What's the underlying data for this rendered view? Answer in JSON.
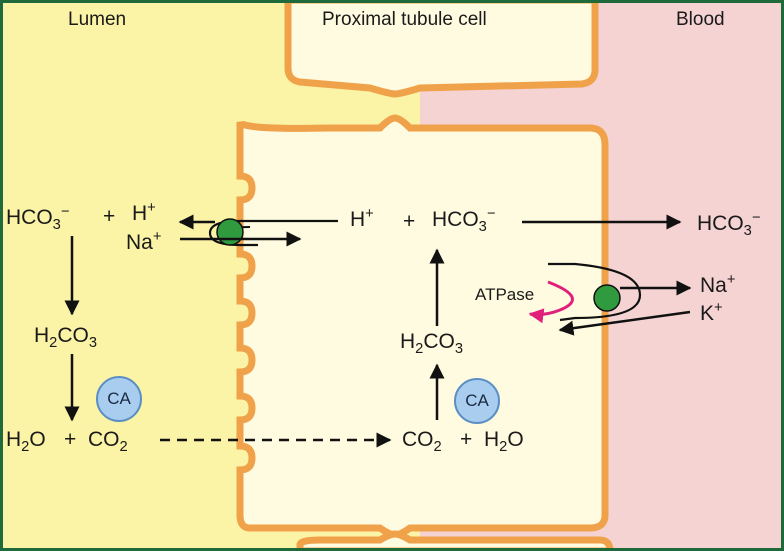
{
  "headers": {
    "lumen": "Lumen",
    "cell": "Proximal tubule cell",
    "blood": "Blood"
  },
  "lumen": {
    "hco3": "HCO3−",
    "plus1": "+",
    "h": "H+",
    "na": "Na+",
    "h2co3": "H2CO3",
    "h2o": "H2O",
    "plus2": "+",
    "co2": "CO2",
    "enzyme": "CA"
  },
  "cell": {
    "h": "H+",
    "plus1": "+",
    "hco3": "HCO3−",
    "h2co3": "H2CO3",
    "co2": "CO2",
    "plus2": "+",
    "h2o": "H2O",
    "enzyme": "CA",
    "pump": "ATPase"
  },
  "blood": {
    "hco3": "HCO3−",
    "na": "Na+",
    "k": "K+"
  },
  "colors": {
    "lumen": "#fbf3a6",
    "cell": "#fffbe0",
    "blood": "#f5d3d3",
    "membrane": "#f0a24a",
    "transporter": "#2f9a3e",
    "atpase_arrow": "#e0207a",
    "frame": "#1e6a3a"
  }
}
